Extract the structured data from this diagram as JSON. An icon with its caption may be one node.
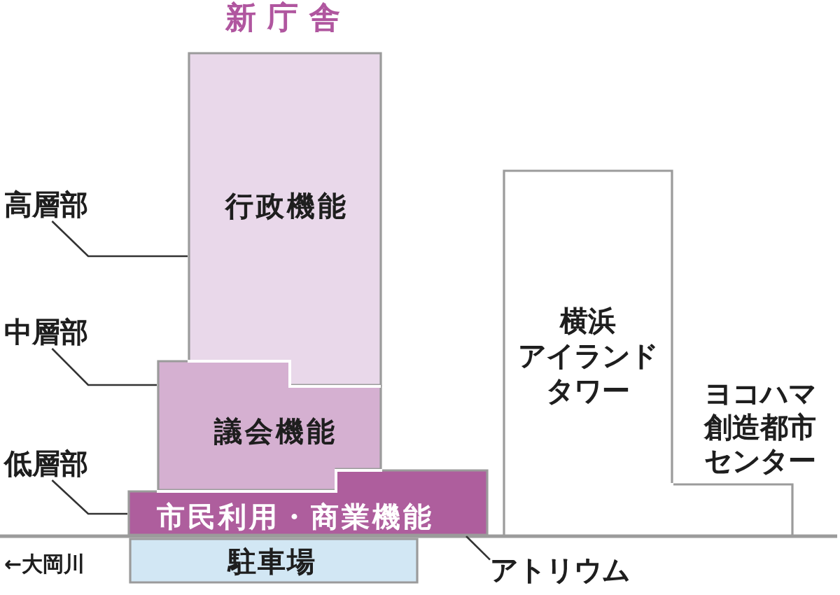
{
  "diagram": {
    "title": "新庁舎",
    "nodes": [
      {
        "text": [
          "行政機能"
        ]
      },
      {
        "text": [
          "議会機能"
        ]
      },
      {
        "text": [
          "市民利用・商業機能"
        ]
      },
      {
        "text": [
          "駐車場"
        ]
      },
      {
        "text": [
          "横浜アイランドタワー"
        ]
      },
      {
        "text": [
          "ヨコハマ創造都市センター"
        ]
      },
      {
        "text": [
          "高層部"
        ]
      },
      {
        "text": [
          "中層部"
        ]
      },
      {
        "text": [
          "低層部"
        ]
      },
      {
        "text": [
          "アトリウム"
        ]
      }
    ],
    "edges": [
      {
        "from": 6,
        "to": 0,
        "arrow": "none"
      },
      {
        "from": 7,
        "to": 1,
        "arrow": "none"
      },
      {
        "from": 8,
        "to": 2,
        "arrow": "none"
      },
      {
        "from": 9,
        "to": 2,
        "arrow": "none"
      }
    ],
    "labels": [
      "←大岡川"
    ]
  }
}
